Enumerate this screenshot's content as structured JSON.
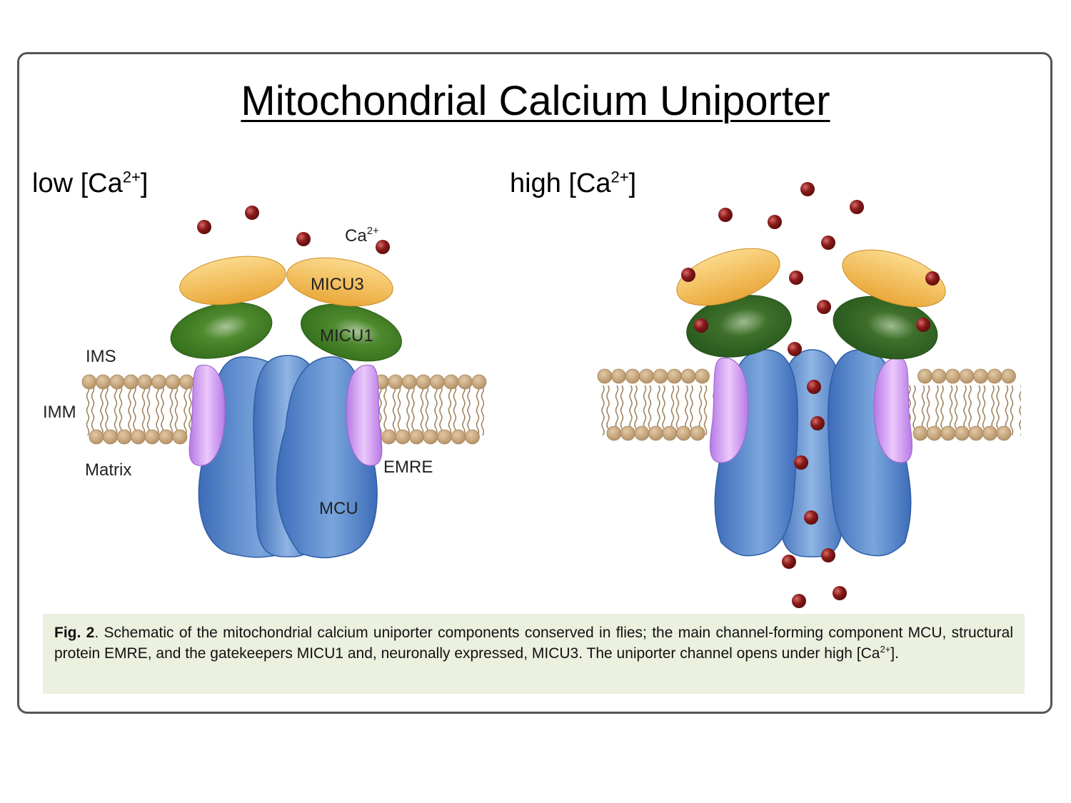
{
  "title": "Mitochondrial Calcium Uniporter",
  "panels": {
    "low": {
      "label_prefix": "low [Ca",
      "label_sup": "2+",
      "label_suffix": "]"
    },
    "high": {
      "label_prefix": "high [Ca",
      "label_sup": "2+",
      "label_suffix": "]"
    }
  },
  "labels": {
    "ion": "Ca",
    "ion_charge": "2+",
    "micu3": "MICU3",
    "micu1": "MICU1",
    "ims": "IMS",
    "imm": "IMM",
    "matrix": "Matrix",
    "emre": "EMRE",
    "mcu": "MCU"
  },
  "caption": {
    "fig_label": "Fig. 2",
    "text_1": ". Schematic of the mitochondrial calcium uniporter components conserved in flies; the main channel-forming component MCU, structural protein EMRE, and the gatekeepers MICU1 and, neuronally expressed, MICU3. The uniporter channel opens under high [Ca",
    "sup": "2+",
    "text_2": "]."
  },
  "colors": {
    "frame": "#555555",
    "micu3": "#f2b84e",
    "micu1": "#3f7d22",
    "mcu": "#4a7cc4",
    "emre": "#c98ef0",
    "lipid": "#c9a67c",
    "ion": "#8b1a1a",
    "caption_bg": "#ebf0df"
  }
}
